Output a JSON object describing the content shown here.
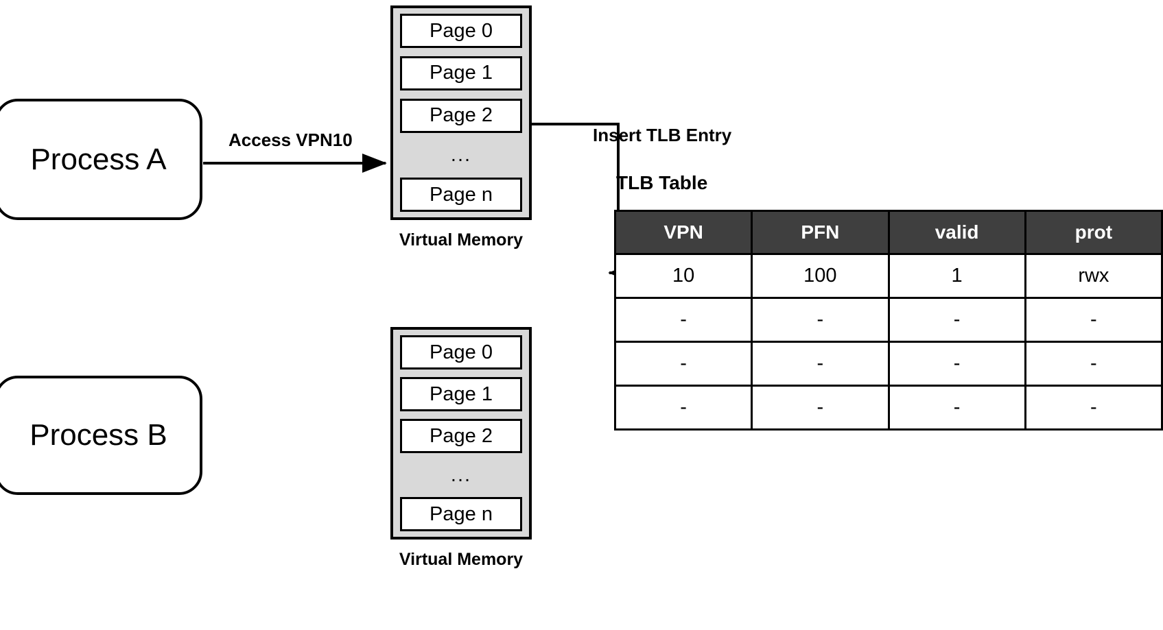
{
  "diagram": {
    "title": "TLB entry insertion for a process virtual memory access"
  },
  "processes": [
    {
      "id": "process-a",
      "label": "Process A"
    },
    {
      "id": "process-b",
      "label": "Process B"
    }
  ],
  "memories": [
    {
      "id": "vm-a",
      "caption": "Virtual Memory",
      "pages": [
        "Page 0",
        "Page 1",
        "Page 2",
        "...",
        "Page n"
      ]
    },
    {
      "id": "vm-b",
      "caption": "Virtual Memory",
      "pages": [
        "Page 0",
        "Page 1",
        "Page 2",
        "...",
        "Page n"
      ]
    }
  ],
  "labels": {
    "access": "Access VPN10",
    "insert": "Insert TLB Entry",
    "tlb_table_title": "TLB Table"
  },
  "tlb_table": {
    "headers": [
      "VPN",
      "PFN",
      "valid",
      "prot"
    ],
    "rows": [
      [
        "10",
        "100",
        "1",
        "rwx"
      ],
      [
        "-",
        "-",
        "-",
        "-"
      ],
      [
        "-",
        "-",
        "-",
        "-"
      ],
      [
        "-",
        "-",
        "-",
        "-"
      ]
    ]
  },
  "colors": {
    "header_bg": "#3f3f3f",
    "header_text": "#ffffff",
    "memory_fill": "#d9d9d9",
    "stroke": "#000000",
    "page_fill": "#ffffff"
  }
}
